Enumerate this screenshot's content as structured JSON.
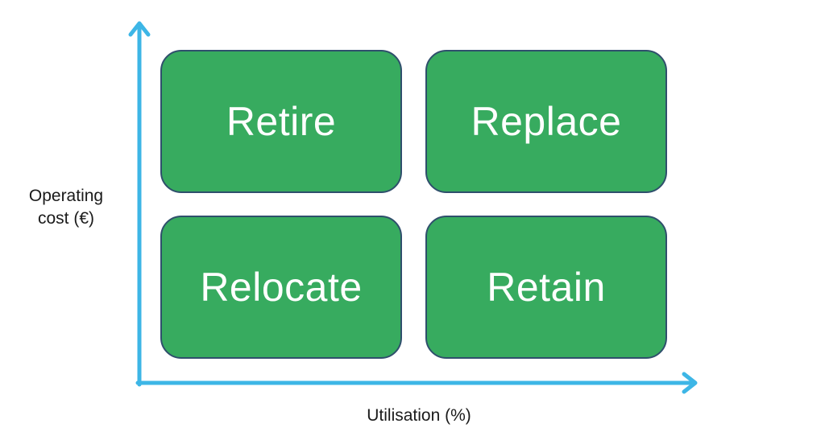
{
  "diagram": {
    "quadrants": {
      "top_left": "Retire",
      "top_right": "Replace",
      "bottom_left": "Relocate",
      "bottom_right": "Retain"
    },
    "y_axis_label_line1": "Operating",
    "y_axis_label_line2": "cost (€)",
    "x_axis_label": "Utilisation (%)"
  },
  "colors": {
    "quadrant_fill": "#37ab5f",
    "quadrant_border": "#2f4f6c",
    "axis": "#3db6e6"
  }
}
